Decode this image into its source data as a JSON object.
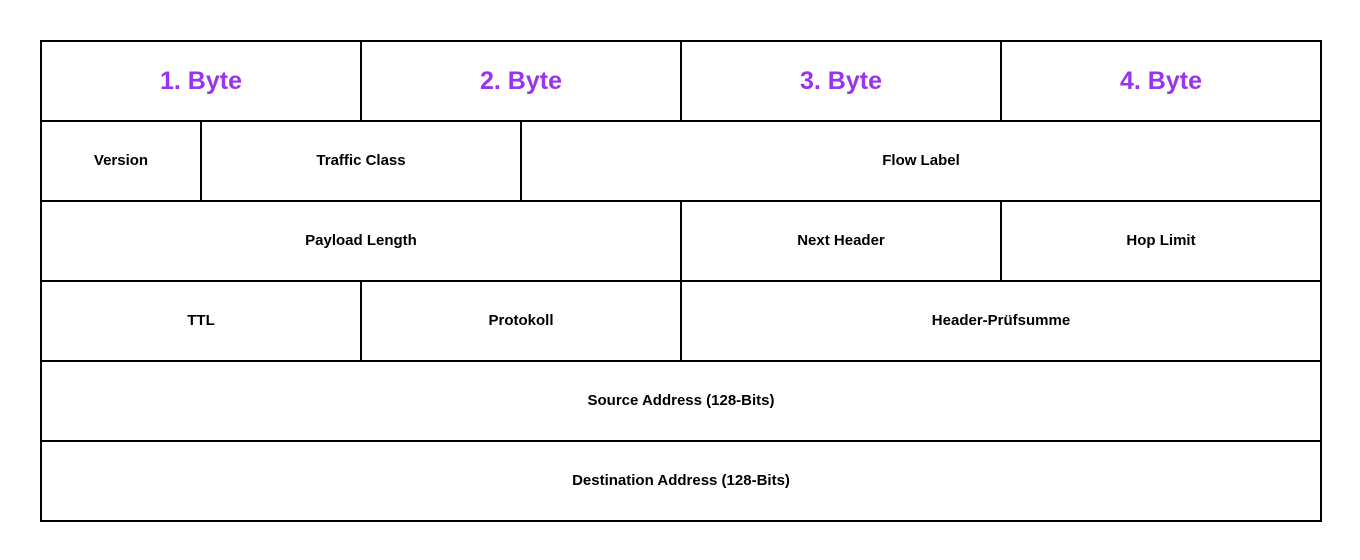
{
  "colors": {
    "byte_header_text": "#9933EE",
    "field_text": "#000000",
    "border": "#000000",
    "background": "#FFFFFF"
  },
  "header": {
    "bytes": [
      {
        "label": "1. Byte"
      },
      {
        "label": "2. Byte"
      },
      {
        "label": "3. Byte"
      },
      {
        "label": "4. Byte"
      }
    ]
  },
  "fields": {
    "version": {
      "label": "Version"
    },
    "traffic_class": {
      "label": "Traffic Class"
    },
    "flow_label": {
      "label": "Flow Label"
    },
    "payload_length": {
      "label": "Payload Length"
    },
    "next_header": {
      "label": "Next Header"
    },
    "hop_limit": {
      "label": "Hop Limit"
    },
    "ttl": {
      "label": "TTL"
    },
    "protocol": {
      "label": "Protokoll"
    },
    "header_checksum": {
      "label": "Header-Prüfsumme"
    },
    "source_address": {
      "label": "Source Address (128-Bits)"
    },
    "destination_address": {
      "label": "Destination Address (128-Bits)"
    }
  }
}
